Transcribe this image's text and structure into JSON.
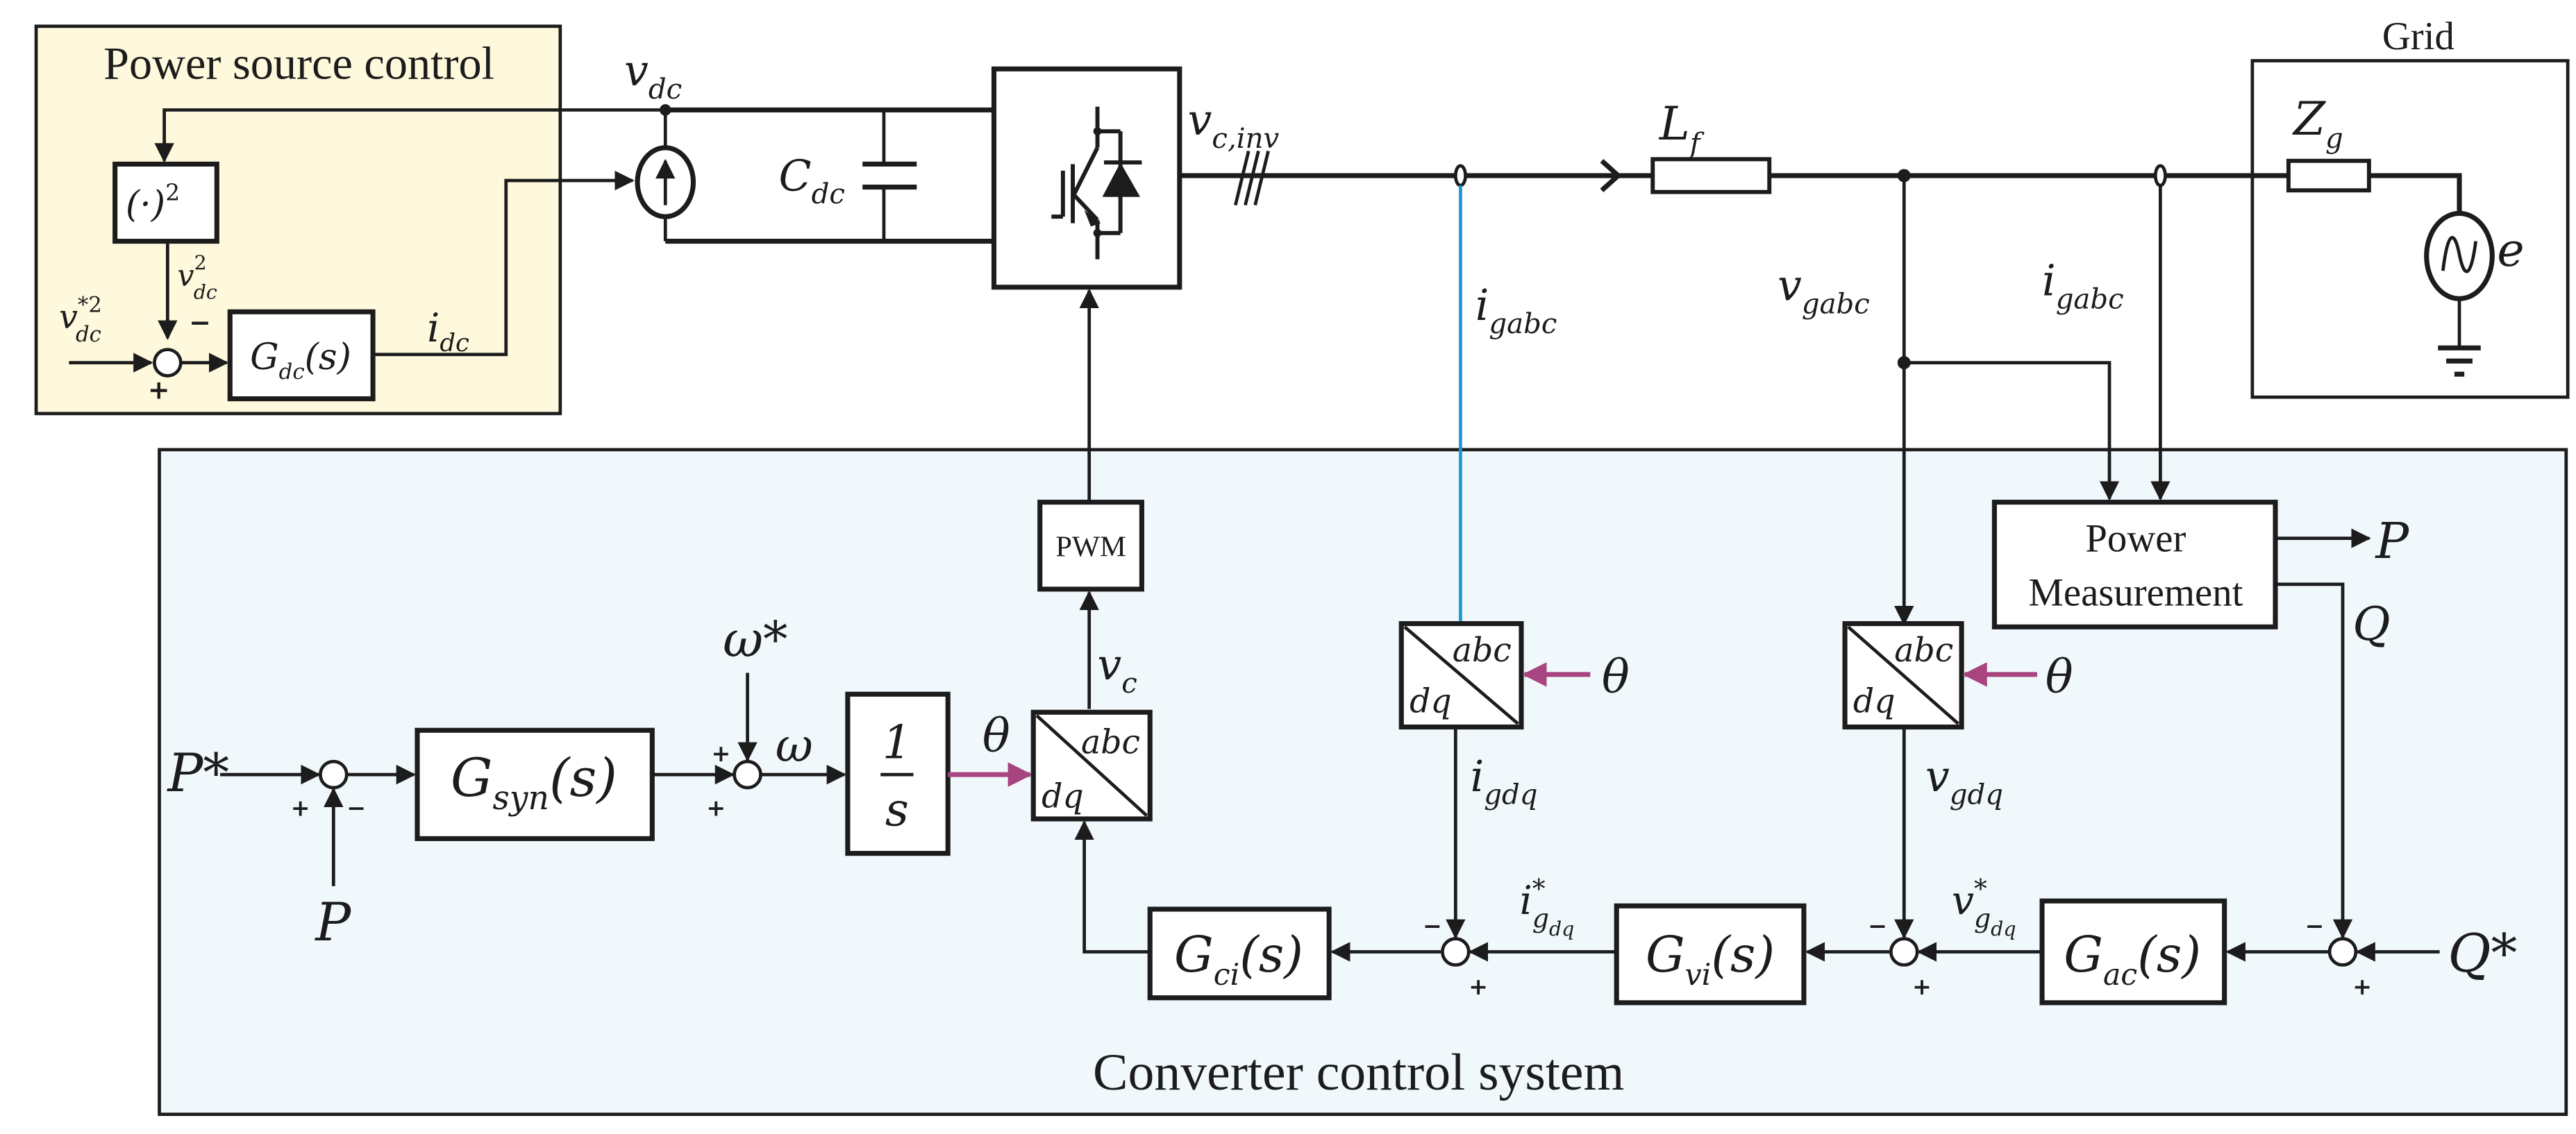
{
  "colors": {
    "power_source_panel": "#fef9dc",
    "converter_panel": "#f0f8fc",
    "current_feedback_line": "#1a9ad6",
    "theta_arrow": "#a8447f",
    "line": "#1c1c1c"
  },
  "panels": {
    "power_source": "Power source control",
    "converter": "Converter control system",
    "grid": "Grid"
  },
  "power_source": {
    "square_block": "(·)",
    "square_exp": "2",
    "vdc2_base": "v",
    "vdc2_sup": "2",
    "vdc2_sub": "dc",
    "vdc_ref_base": "v",
    "vdc_ref_sup": "*2",
    "vdc_ref_sub": "dc",
    "gdc_base": "G",
    "gdc_sub": "dc",
    "gdc_arg": "(s)",
    "idc_base": "i",
    "idc_sub": "dc",
    "sum_plus": "+",
    "sum_minus": "−"
  },
  "power_circuit": {
    "vdc_base": "v",
    "vdc_sub": "dc",
    "cdc_base": "C",
    "cdc_sub": "dc",
    "vcinv_base": "v",
    "vcinv_sub": "c,inv",
    "lf_base": "L",
    "lf_sub": "f",
    "zg_base": "Z",
    "zg_sub": "g",
    "e_label": "e",
    "igabc1_base": "i",
    "igabc1_sub": "gabc",
    "vgabc_base": "v",
    "vgabc_sub": "gabc",
    "igabc2_base": "i",
    "igabc2_sub": "gabc"
  },
  "control": {
    "pwm": "PWM",
    "p_ref": "P*",
    "p_fb": "P",
    "gsyn_base": "G",
    "gsyn_sub": "syn",
    "gsyn_arg": "(s)",
    "omega_ref": "ω*",
    "omega": "ω",
    "integrator_num": "1",
    "integrator_den": "s",
    "theta": "θ",
    "vc_base": "v",
    "vc_sub": "c",
    "abc": "abc",
    "dq": "dq",
    "igdq_base": "i",
    "igdq_sub": "gdq",
    "vgdq_base": "v",
    "vgdq_sub": "gdq",
    "pm_line1": "Power",
    "pm_line2": "Measurement",
    "pm_out_p": "P",
    "pm_out_q": "Q",
    "gci_base": "G",
    "gci_sub": "ci",
    "gci_arg": "(s)",
    "gvi_base": "G",
    "gvi_sub": "vi",
    "gvi_arg": "(s)",
    "gac_base": "G",
    "gac_sub": "ac",
    "gac_arg": "(s)",
    "igdq_ref_base": "i",
    "igdq_ref_sup": "*",
    "igdq_ref_sub": "g",
    "igdq_ref_subsub": "dq",
    "vgdq_ref_base": "v",
    "vgdq_ref_sup": "*",
    "vgdq_ref_sub": "g",
    "vgdq_ref_subsub": "dq",
    "q_ref": "Q*",
    "plus": "+",
    "minus": "−"
  }
}
